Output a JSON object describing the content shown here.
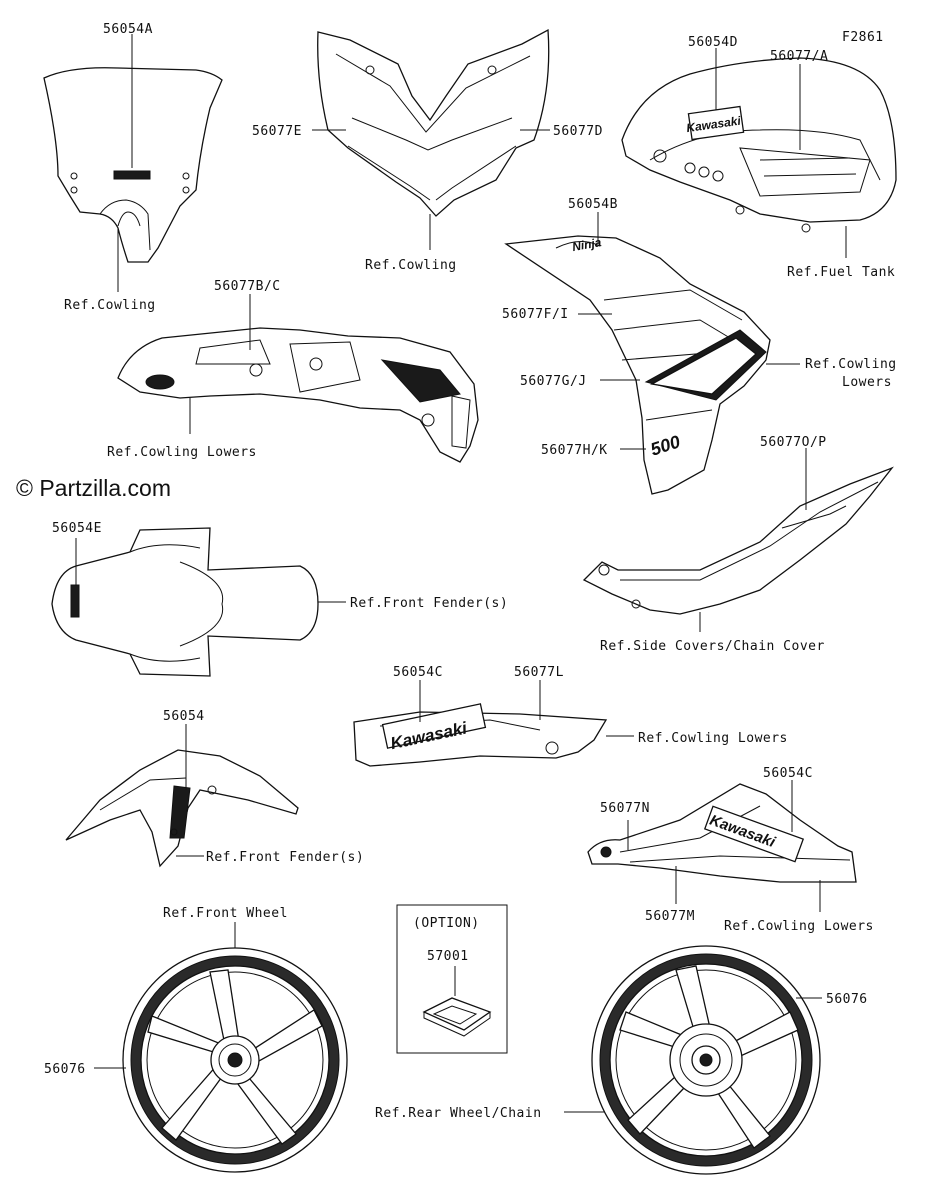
{
  "figure_code": "F2861",
  "watermark": "© Partzilla.com",
  "logo_text": "Kawasaki",
  "option_box": {
    "title": "(OPTION)",
    "part": "57001"
  },
  "labels": {
    "p56054A": "56054A",
    "p56077E": "56077E",
    "p56077D": "56077D",
    "p56054D": "56054D",
    "p56077A": "56077/A",
    "p56054B": "56054B",
    "p56077BC": "56077B/C",
    "p56077FI": "56077F/I",
    "p56077GJ": "56077G/J",
    "p56077HK": "56077H/K",
    "p56077OP": "56077O/P",
    "p56054E": "56054E",
    "p56054C_a": "56054C",
    "p56077L": "56077L",
    "p56054": "56054",
    "p56054C_b": "56054C",
    "p56077N": "56077N",
    "p56077M": "56077M",
    "p56076_a": "56076",
    "p56076_b": "56076"
  },
  "refs": {
    "cowling_1": "Ref.Cowling",
    "cowling_2": "Ref.Cowling",
    "fuel_tank": "Ref.Fuel Tank",
    "cowling_lowers_1": "Ref.Cowling Lowers",
    "cowling_lowers_2a": "Ref.Cowling",
    "cowling_lowers_2b": "Lowers",
    "front_fender_1": "Ref.Front Fender(s)",
    "side_covers": "Ref.Side Covers/Chain Cover",
    "cowling_lowers_3": "Ref.Cowling Lowers",
    "front_fender_2": "Ref.Front Fender(s)",
    "front_wheel": "Ref.Front Wheel",
    "cowling_lowers_4": "Ref.Cowling Lowers",
    "rear_wheel": "Ref.Rear Wheel/Chain"
  }
}
